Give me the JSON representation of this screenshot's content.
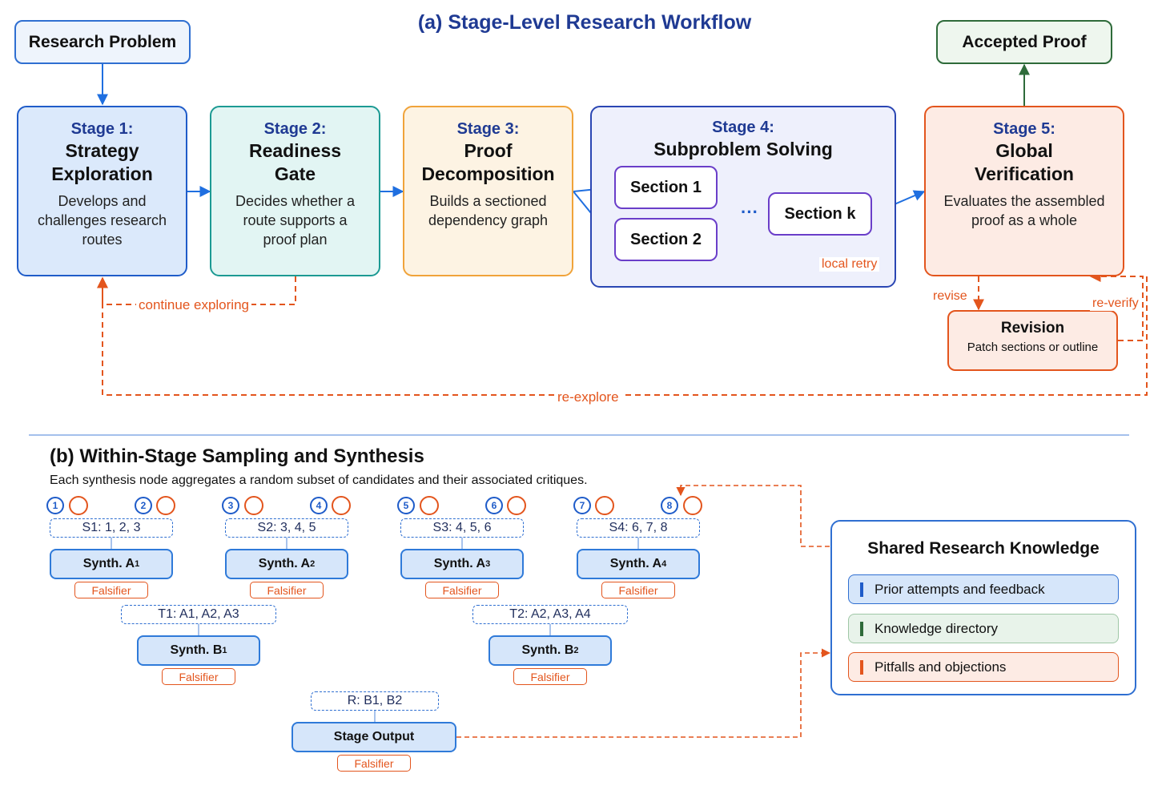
{
  "part_a": {
    "title": "(a) Stage-Level Research Workflow",
    "research_problem": "Research Problem",
    "accepted_proof": "Accepted Proof",
    "stages": [
      {
        "num": "Stage 1:",
        "name_1": "Strategy",
        "name_2": "Exploration",
        "desc_1": "Develops and",
        "desc_2": "challenges research",
        "desc_3": "routes"
      },
      {
        "num": "Stage 2:",
        "name_1": "Readiness",
        "name_2": "Gate",
        "desc_1": "Decides whether a",
        "desc_2": "route supports a",
        "desc_3": "proof plan"
      },
      {
        "num": "Stage 3:",
        "name_1": "Proof",
        "name_2": "Decomposition",
        "desc_1": "Builds a sectioned",
        "desc_2": "dependency graph",
        "desc_3": ""
      },
      {
        "num": "Stage 4:",
        "name_1": "Subproblem Solving",
        "name_2": "",
        "desc_1": "",
        "desc_2": "",
        "desc_3": ""
      },
      {
        "num": "Stage 5:",
        "name_1": "Global",
        "name_2": "Verification",
        "desc_1": "Evaluates the assembled",
        "desc_2": "proof as a whole",
        "desc_3": ""
      }
    ],
    "sections": [
      "Section 1",
      "Section 2",
      "Section k"
    ],
    "ellipsis": "···",
    "revision": {
      "title": "Revision",
      "desc": "Patch sections or outline"
    },
    "loop_labels": {
      "local_retry": "local retry",
      "continue_exploring": "continue exploring",
      "revise": "revise",
      "re_verify": "re-verify",
      "re_explore": "re-explore"
    },
    "colors": {
      "stage1": "#1f5cc9",
      "stage2": "#1c9a93",
      "stage3": "#f0a33a",
      "stage4": "#2a46b3",
      "stage5": "#e3551d",
      "accepted": "#2e6b3a",
      "loop": "#e3551d"
    }
  },
  "part_b": {
    "title": "(b) Within-Stage Sampling and Synthesis",
    "subtitle": "Each synthesis node aggregates a random subset of candidates and their associated critiques.",
    "candidates": [
      "1",
      "2",
      "3",
      "4",
      "5",
      "6",
      "7",
      "8"
    ],
    "subsets": [
      "S1: 1, 2, 3",
      "S2: 3, 4, 5",
      "S3: 4, 5, 6",
      "S4: 6, 7, 8"
    ],
    "synth_a": [
      {
        "label": "Synth. A",
        "sub": "1"
      },
      {
        "label": "Synth. A",
        "sub": "2"
      },
      {
        "label": "Synth. A",
        "sub": "3"
      },
      {
        "label": "Synth. A",
        "sub": "4"
      }
    ],
    "t_subsets": [
      "T1: A1, A2, A3",
      "T2: A2, A3, A4"
    ],
    "synth_b": [
      {
        "label": "Synth. B",
        "sub": "1"
      },
      {
        "label": "Synth. B",
        "sub": "2"
      }
    ],
    "r_subset": "R: B1, B2",
    "stage_output": "Stage Output",
    "falsifier": "Falsifier",
    "knowledge": {
      "title": "Shared Research Knowledge",
      "items": [
        {
          "label": "Prior attempts and feedback",
          "color": "#1f5cc9"
        },
        {
          "label": "Knowledge directory",
          "color": "#2e6b3a"
        },
        {
          "label": "Pitfalls and objections",
          "color": "#e3551d"
        }
      ]
    }
  }
}
